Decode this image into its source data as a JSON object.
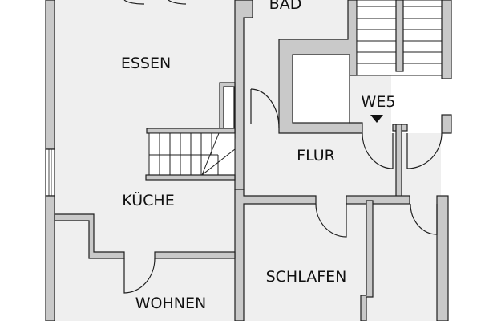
{
  "plan": {
    "unit_label": "WE5",
    "rooms": [
      {
        "label": "ESSEN"
      },
      {
        "label": "BAD"
      },
      {
        "label": "FLUR"
      },
      {
        "label": "KÜCHE"
      },
      {
        "label": "SCHLAFEN"
      },
      {
        "label": "WOHNEN"
      }
    ],
    "colors": {
      "wall": "#c9c9c9",
      "floor": "#efefef",
      "line": "#1f1f1f"
    }
  }
}
